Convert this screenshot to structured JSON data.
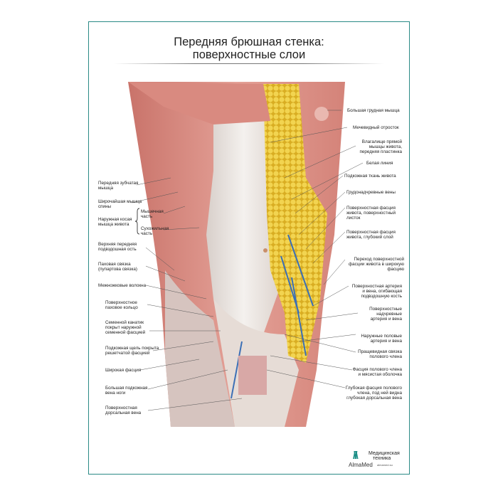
{
  "title": {
    "line1": "Передняя брюшная стенка:",
    "line2": "поверхностные слои"
  },
  "left_labels": [
    "Передняя зубчатая\nмышца",
    "Широчайшая мышца\nспины",
    "Наружная косая\nмышца живота",
    "Мышечная\nчасть",
    "Сухожильная\nчасть",
    "Верхняя передняя\nподвздошная ость",
    "Паховая связка\n(пупартова связка)",
    "Межножковые волокна",
    "Поверхностное\nпаховое кольцо",
    "Семенной канатик\nпокрыт наружной\nсеменной фасцией",
    "Подкожная щель покрыта\nрешетчатой фасцией",
    "Широкая фасция",
    "Большая подкожная\nвена ноги",
    "Поверхностная\nдорсальная вена"
  ],
  "right_labels": [
    "Большая грудная мышца",
    "Мечевидный отросток",
    "Влагалище прямой\nмышцы живота,\nпередняя пластинка",
    "Белая линия",
    "Подкожная ткань живота",
    "Грудонадчревные вены",
    "Поверхностная фасция\nживота, поверхностный\nлисток",
    "Поверхностная фасция\nживота,  глубокий  слой",
    "Переход поверхностной\nфасции живота в широкую\nфасцию",
    "Поверхностная артерия\nи вена, огибающая\nподвздошную кость",
    "Поверхностные\nнадчревные\nартерия и вена",
    "Наружные половые\nартерия и вена",
    "Пращевидная связка\nполового члена",
    "Фасция полового члена\nи мясистая оболочка",
    "Глубокая фасция полового\nчлена, под ней видна\nглубокая дорсальная вена"
  ],
  "logo": {
    "brand": "AlmaMed",
    "line1": "Медицинская",
    "line2": "техника",
    "url": "almamed.su"
  },
  "colors": {
    "border": "#2a8a86",
    "muscle": "#d98a80",
    "fascia": "#ece8e4",
    "fat": "#e8c63a",
    "vein": "#3b6fb6"
  }
}
